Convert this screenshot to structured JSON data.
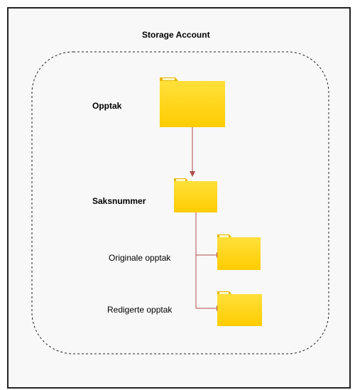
{
  "diagram": {
    "title": "Storage Account",
    "nodes": {
      "opptak": {
        "label": "Opptak"
      },
      "saksnummer": {
        "label": "Saksnummer"
      },
      "originale": {
        "label": "Originale opptak"
      },
      "redigerte": {
        "label": "Redigerte opptak"
      }
    },
    "edges": [
      {
        "from": "opptak",
        "to": "saksnummer"
      },
      {
        "from": "saksnummer",
        "to": "originale"
      },
      {
        "from": "saksnummer",
        "to": "redigerte"
      }
    ]
  },
  "colors": {
    "folder_body": "#ffd60a",
    "folder_tab": "#e6b800",
    "folder_label_strip": "#fff6c8",
    "connector": "#b34b4b",
    "container_border": "#222222",
    "frame_border": "#222222",
    "frame_background": "#f8f8f8"
  },
  "icons": {
    "node_icon": "folder-icon"
  }
}
